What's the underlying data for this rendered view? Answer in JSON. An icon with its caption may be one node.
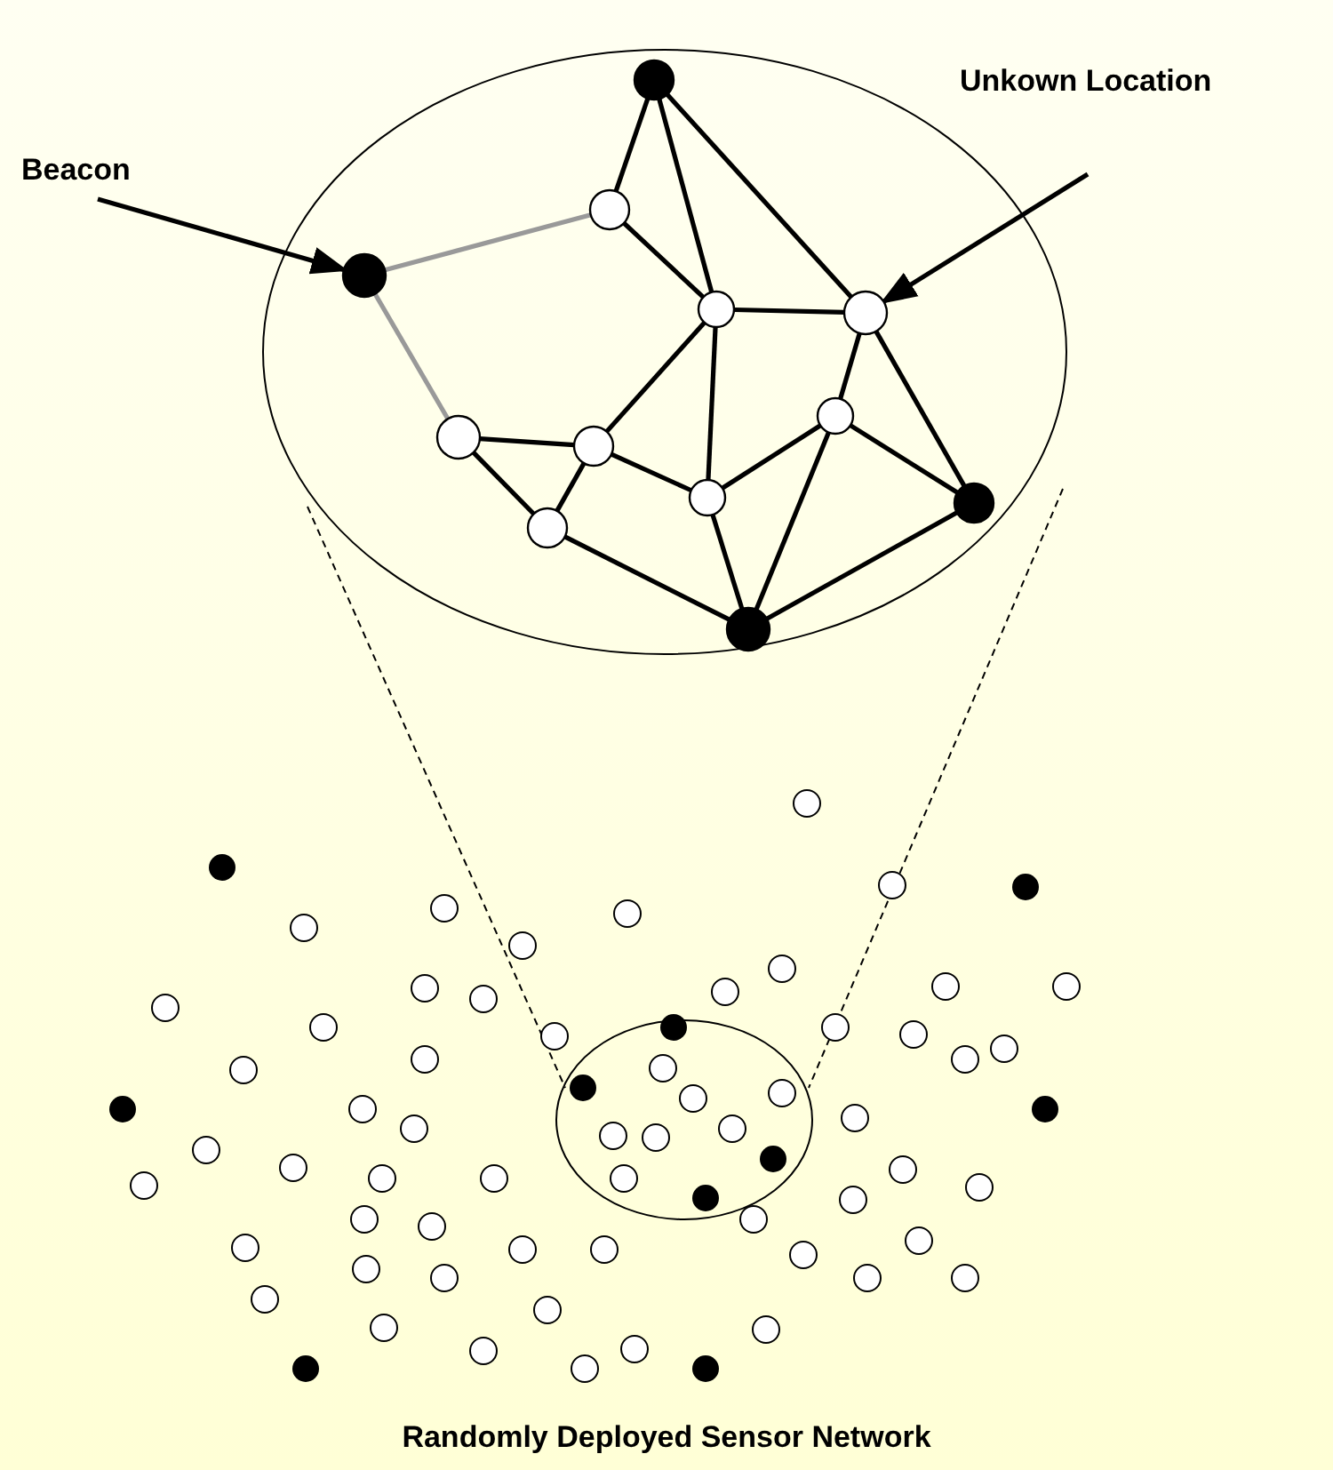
{
  "diagram": {
    "caption": "Randomly Deployed Sensor Network",
    "nodes": [
      {
        "text": [
          "Beacon"
        ]
      },
      {
        "text": [
          "Unkown Location"
        ]
      },
      {
        "text": [],
        "shape": "circle"
      },
      {
        "text": [],
        "shape": "circle"
      },
      {
        "text": [],
        "shape": "circle"
      },
      {
        "text": [],
        "shape": "circle"
      },
      {
        "text": [],
        "shape": "circle"
      },
      {
        "text": [],
        "shape": "circle"
      },
      {
        "text": [],
        "shape": "circle"
      },
      {
        "text": [],
        "shape": "circle"
      },
      {
        "text": [],
        "shape": "circle"
      },
      {
        "text": [],
        "shape": "circle"
      },
      {
        "text": [],
        "shape": "circle"
      },
      {
        "text": [],
        "shape": "circle"
      }
    ],
    "edges": [
      {
        "from": 0,
        "to": 4,
        "arrow": "to"
      },
      {
        "from": 1,
        "to": 6,
        "arrow": "to"
      },
      {
        "from": 2,
        "to": 3,
        "arrow": "none"
      },
      {
        "from": 2,
        "to": 5,
        "arrow": "none"
      },
      {
        "from": 2,
        "to": 6,
        "arrow": "none"
      },
      {
        "from": 3,
        "to": 5,
        "arrow": "none"
      },
      {
        "from": 4,
        "to": 3,
        "arrow": "none",
        "color": "#999999"
      },
      {
        "from": 4,
        "to": 8,
        "arrow": "none",
        "color": "#999999"
      },
      {
        "from": 5,
        "to": 6,
        "arrow": "none"
      },
      {
        "from": 5,
        "to": 9,
        "arrow": "none"
      },
      {
        "from": 5,
        "to": 10,
        "arrow": "none"
      },
      {
        "from": 6,
        "to": 7,
        "arrow": "none"
      },
      {
        "from": 6,
        "to": 11,
        "arrow": "none"
      },
      {
        "from": 7,
        "to": 10,
        "arrow": "none"
      },
      {
        "from": 7,
        "to": 11,
        "arrow": "none"
      },
      {
        "from": 7,
        "to": 13,
        "arrow": "none"
      },
      {
        "from": 8,
        "to": 9,
        "arrow": "none"
      },
      {
        "from": 8,
        "to": 12,
        "arrow": "none"
      },
      {
        "from": 9,
        "to": 12,
        "arrow": "none"
      },
      {
        "from": 9,
        "to": 10,
        "arrow": "none"
      },
      {
        "from": 10,
        "to": 13,
        "arrow": "none"
      },
      {
        "from": 12,
        "to": 13,
        "arrow": "none"
      },
      {
        "from": 11,
        "to": 13,
        "arrow": "none"
      }
    ]
  }
}
